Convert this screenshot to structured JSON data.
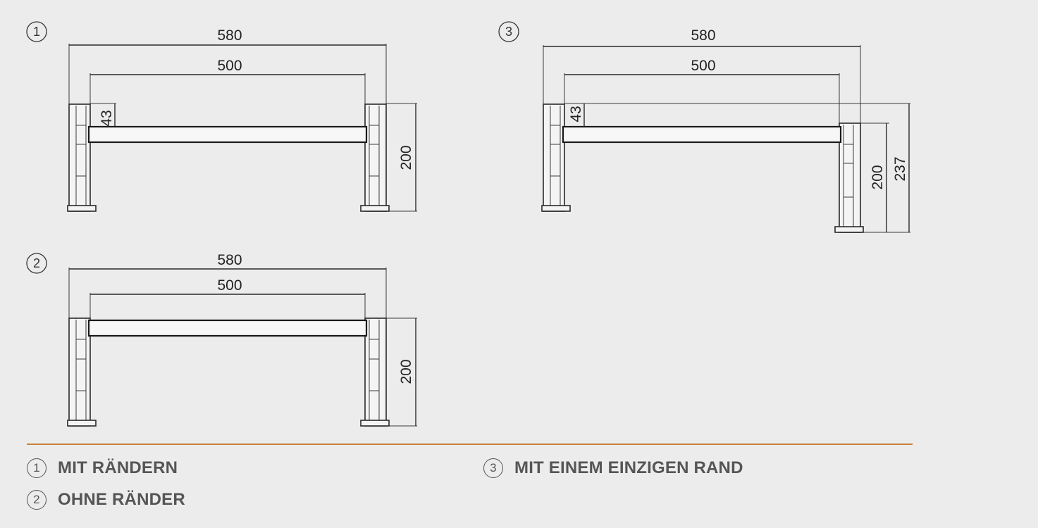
{
  "diagrams": [
    {
      "number": "1",
      "overall_width": "580",
      "inner_width": "500",
      "height": "200",
      "edge_height": "43"
    },
    {
      "number": "2",
      "overall_width": "580",
      "inner_width": "500",
      "height": "200"
    },
    {
      "number": "3",
      "overall_width": "580",
      "inner_width": "500",
      "edge_height": "43",
      "height": "200",
      "total_height": "237"
    }
  ],
  "legend": [
    {
      "number": "1",
      "label": "MIT RÄNDERN"
    },
    {
      "number": "2",
      "label": "OHNE RÄNDER"
    },
    {
      "number": "3",
      "label": "MIT EINEM EINZIGEN RAND"
    }
  ],
  "colors": {
    "background": "#ececec",
    "divider": "#c8823a",
    "legend_text": "#555555"
  }
}
